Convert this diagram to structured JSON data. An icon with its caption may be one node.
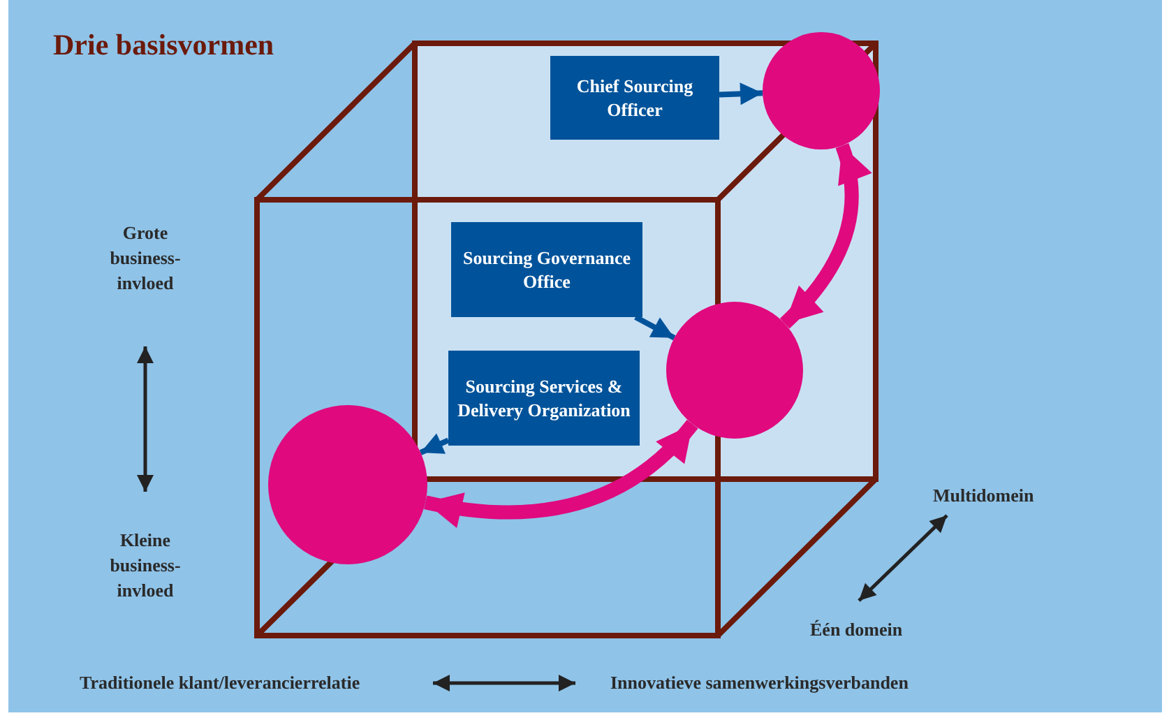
{
  "diagram": {
    "title": "Drie basisvormen",
    "nodes": [
      {
        "text": [
          "Chief Sourcing Officer"
        ]
      },
      {
        "text": [
          "Sourcing Governance Office"
        ]
      },
      {
        "text": [
          "Sourcing Services & Delivery Organization"
        ]
      },
      {
        "text": [],
        "shape": "circle"
      },
      {
        "text": [],
        "shape": "circle"
      },
      {
        "text": [],
        "shape": "circle"
      }
    ],
    "edges": [
      {
        "from": 0,
        "to": 5,
        "arrow": "to"
      },
      {
        "from": 1,
        "to": 4,
        "arrow": "to"
      },
      {
        "from": 2,
        "to": 3,
        "arrow": "to"
      },
      {
        "from": 4,
        "to": 3,
        "arrow": "both",
        "style": "thick",
        "color": "#e0097e"
      },
      {
        "from": 5,
        "to": 4,
        "arrow": "both",
        "style": "thick",
        "color": "#e0097e"
      }
    ],
    "labels": [
      "Grote business-invloed",
      "Kleine business-invloed",
      "Multidomein",
      "Één domein",
      "Traditionele klant/leverancierrelatie",
      "Innovatieve samenwerkingsverbanden"
    ]
  }
}
